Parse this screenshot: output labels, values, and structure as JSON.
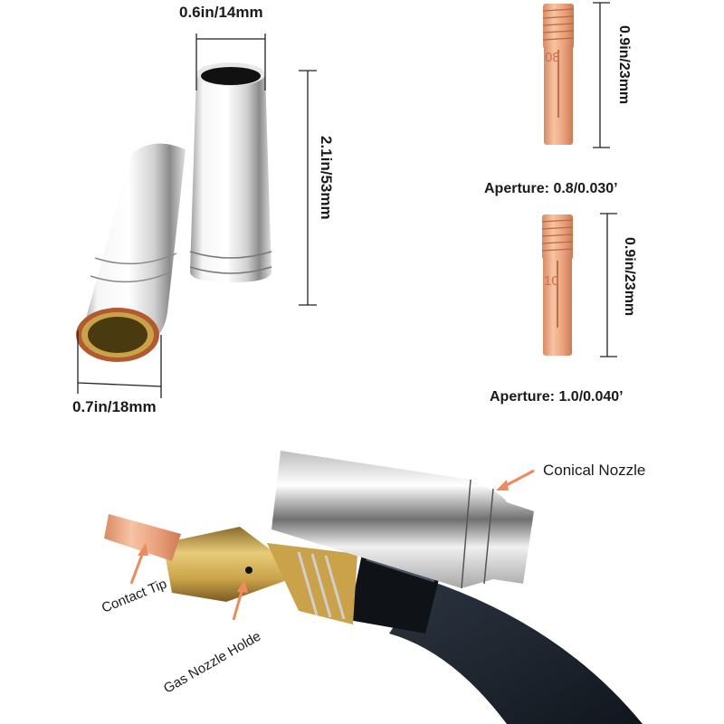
{
  "nozzle_dimensions": {
    "top_diameter": "0.6in/14mm",
    "length": "2.1in/53mm",
    "bottom_diameter": "0.7in/18mm"
  },
  "contact_tips": [
    {
      "marking": "08",
      "length": "0.9in/23mm",
      "aperture": "Aperture: 0.8/0.030’"
    },
    {
      "marking": "10",
      "length": "0.9in/23mm",
      "aperture": "Aperture: 1.0/0.040’"
    }
  ],
  "assembly_labels": {
    "conical_nozzle": "Conical Nozzle",
    "contact_tip": "Contact Tip",
    "gas_nozzle_holder": "Gas Nozzle Holde"
  },
  "colors": {
    "background": "#ffffff",
    "chrome": "#d9d9d9",
    "copper": "#e9a07a",
    "brass": "#c9a24a",
    "hose": "#1f2630",
    "arrow": "#f08a5d",
    "text": "#1a1a1a"
  }
}
